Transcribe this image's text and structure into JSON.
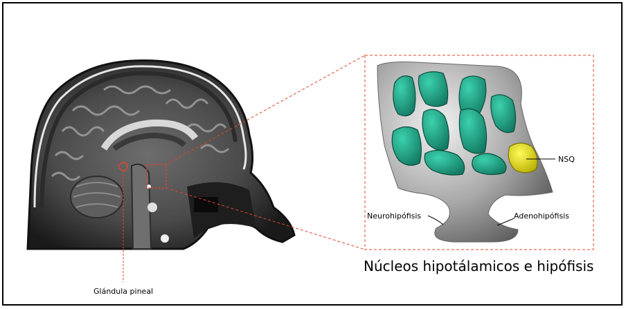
{
  "labels": {
    "pineal": "Glándula pineal",
    "nsq": "NSQ",
    "neuro": "Neurohipófisis",
    "adeno": "Adenohipófisis"
  },
  "title": "Núcleos hipotálamicos e hipófisis",
  "colors": {
    "nucleus": "#1fa98a",
    "nsq": "#e8e10a",
    "guide": "#e0452a",
    "region": "#8a8a8a"
  }
}
